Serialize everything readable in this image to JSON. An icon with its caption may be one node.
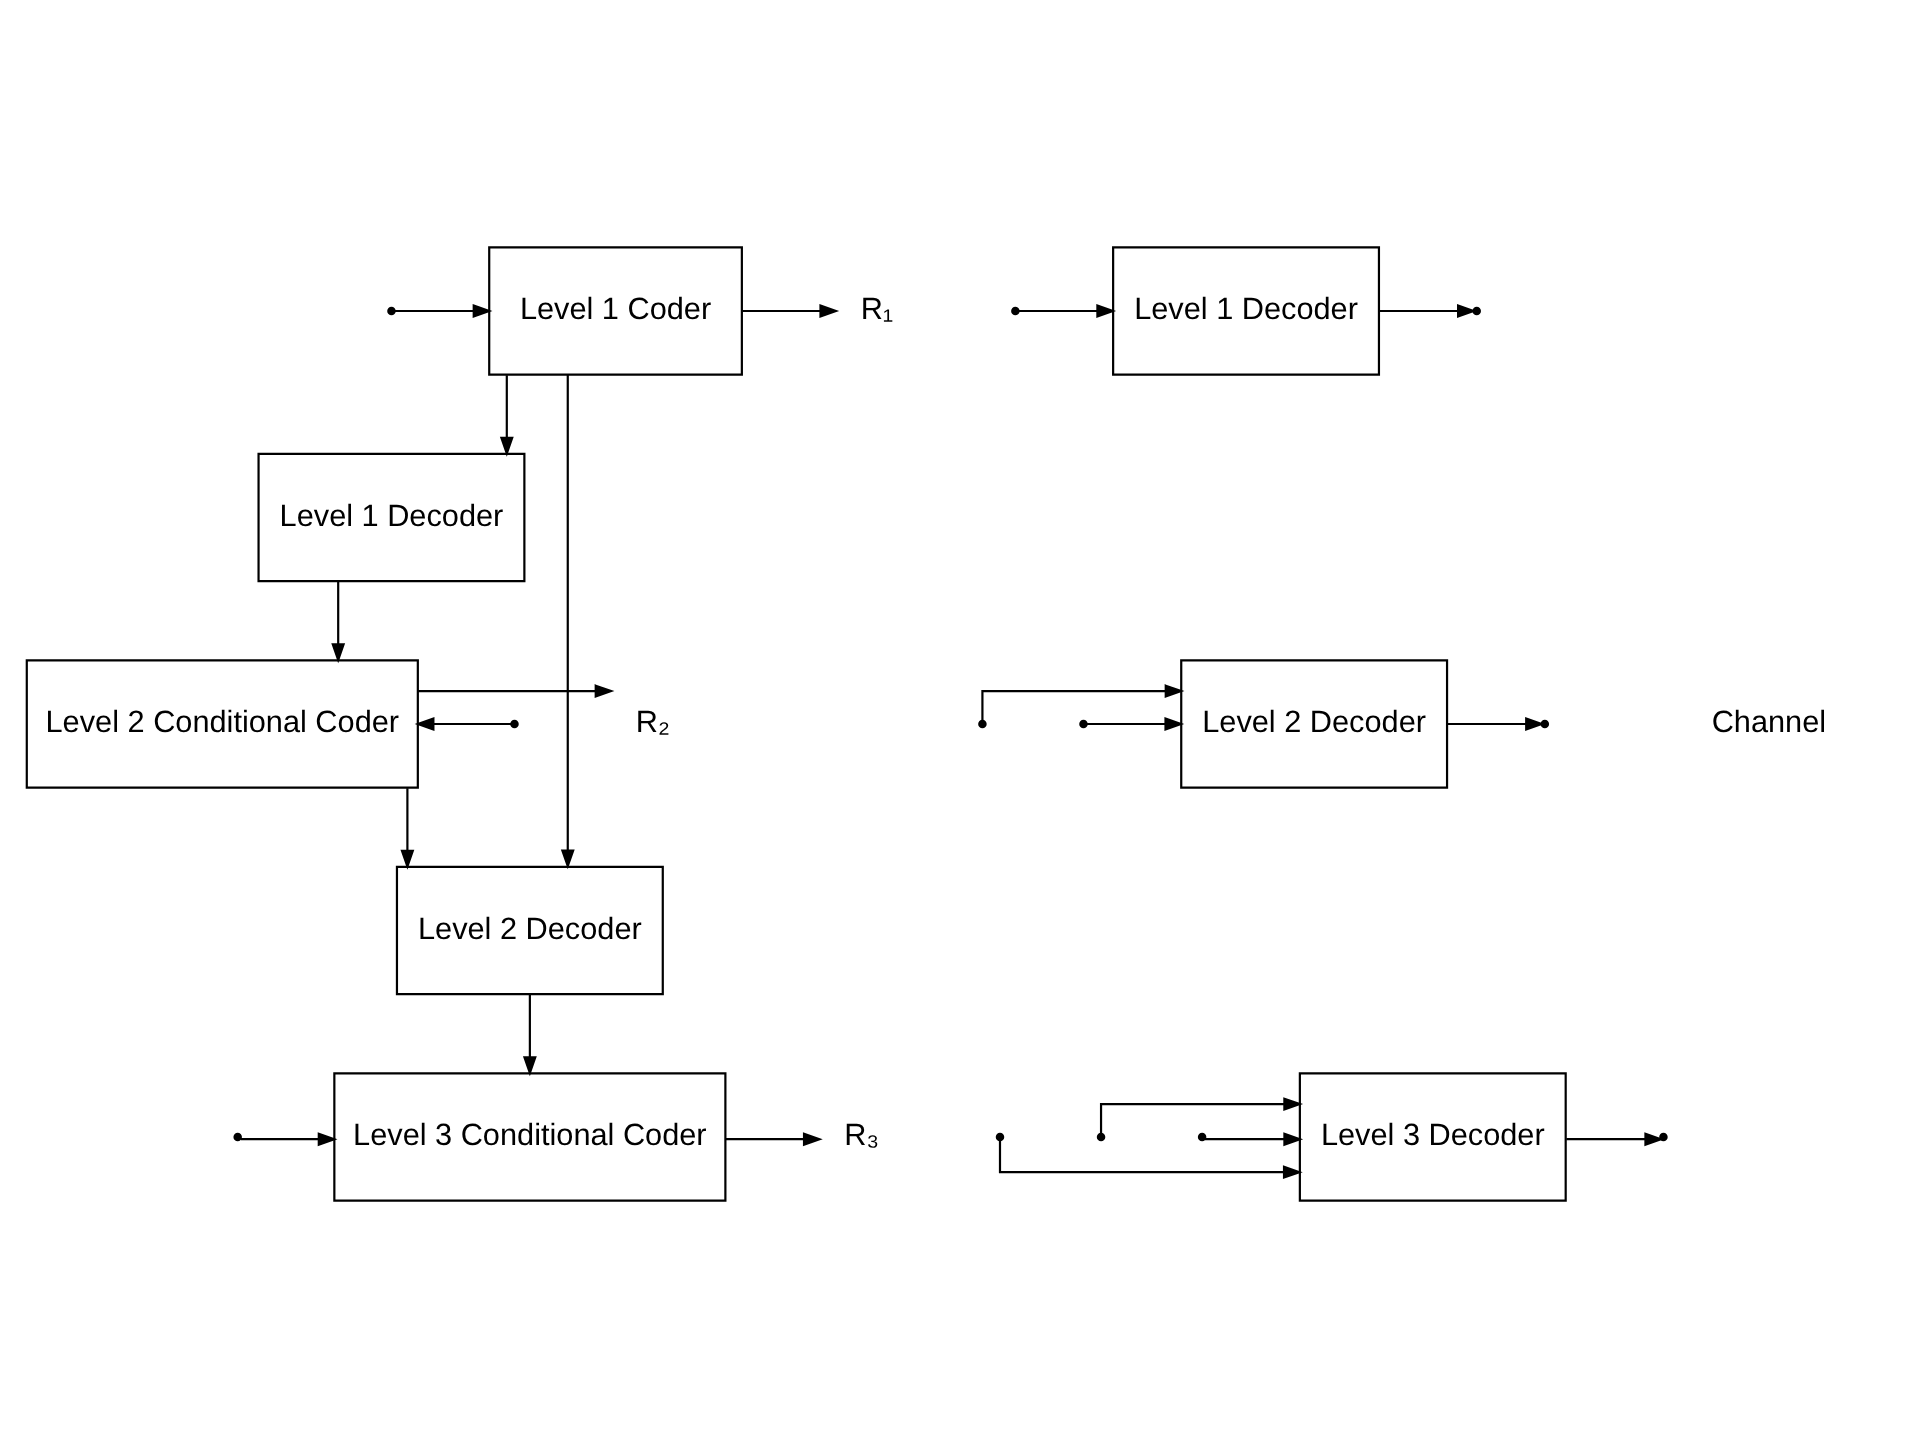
{
  "diagram": {
    "nodes": [
      {
        "text": [
          "Level 1 Coder"
        ]
      },
      {
        "text": [
          "Level 1 Decoder"
        ]
      },
      {
        "text": [
          "Level 2 Conditional Coder"
        ]
      },
      {
        "text": [
          "Level 2 Decoder"
        ]
      },
      {
        "text": [
          "Level 3 Conditional Coder"
        ]
      },
      {
        "text": [
          "R₁"
        ]
      },
      {
        "text": [
          "R₂"
        ]
      },
      {
        "text": [
          "R₃"
        ]
      },
      {
        "text": [
          "Level 1 Decoder"
        ]
      },
      {
        "text": [
          "Level 2 Decoder"
        ]
      },
      {
        "text": [
          "Level 3 Decoder"
        ]
      }
    ],
    "edges": [
      {
        "from": null,
        "to": 0,
        "arrow": "to"
      },
      {
        "from": null,
        "to": 2,
        "arrow": "to"
      },
      {
        "from": null,
        "to": 4,
        "arrow": "to"
      },
      {
        "from": 0,
        "to": 5,
        "arrow": "to"
      },
      {
        "from": 0,
        "to": 1,
        "arrow": "to"
      },
      {
        "from": 0,
        "to": 3,
        "arrow": "to"
      },
      {
        "from": 1,
        "to": 2,
        "arrow": "to"
      },
      {
        "from": 2,
        "to": 6,
        "arrow": "to"
      },
      {
        "from": 2,
        "to": 3,
        "arrow": "to"
      },
      {
        "from": 3,
        "to": 4,
        "arrow": "to"
      },
      {
        "from": 4,
        "to": 7,
        "arrow": "to"
      },
      {
        "from": null,
        "to": 8,
        "arrow": "to"
      },
      {
        "from": null,
        "to": 9,
        "arrow": "to"
      },
      {
        "from": null,
        "to": 10,
        "arrow": "to"
      },
      {
        "from": null,
        "to": 9,
        "arrow": "to"
      },
      {
        "from": null,
        "to": 10,
        "arrow": "to"
      },
      {
        "from": null,
        "to": 10,
        "arrow": "to"
      },
      {
        "from": 8,
        "to": null,
        "arrow": "to"
      },
      {
        "from": 9,
        "to": null,
        "arrow": "to"
      },
      {
        "from": 10,
        "to": null,
        "arrow": "to"
      }
    ],
    "labels": [
      "Channel"
    ]
  }
}
